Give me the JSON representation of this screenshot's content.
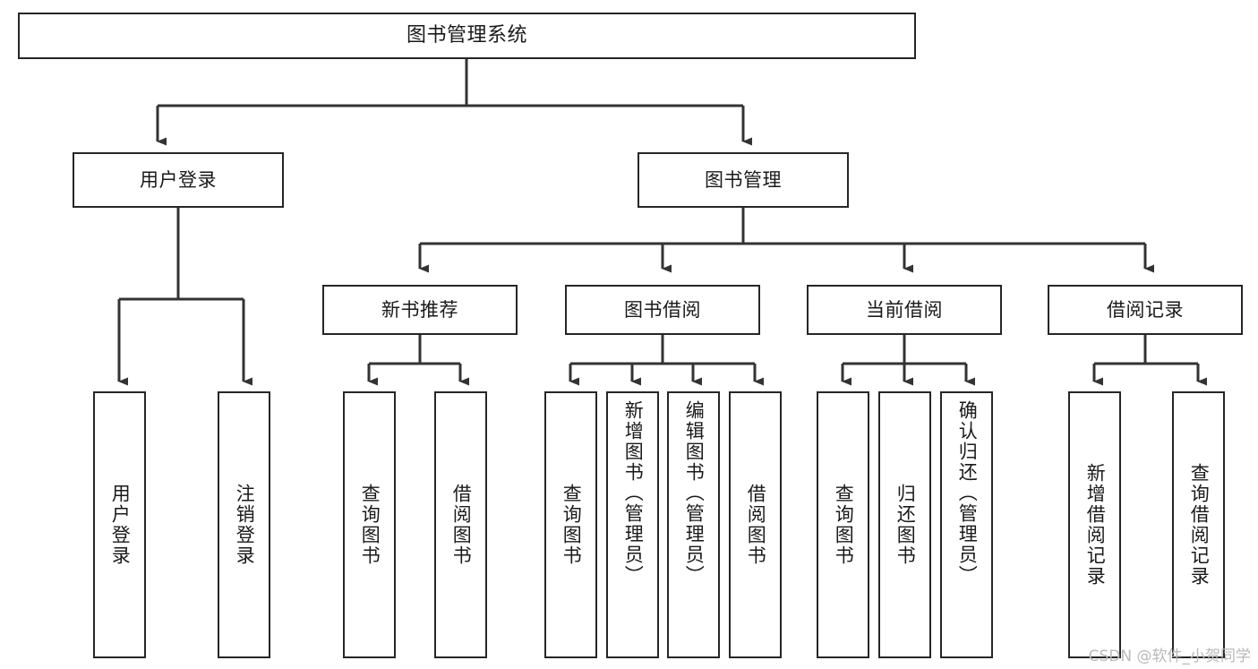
{
  "diagram": {
    "title": "图书管理系统",
    "type": "tree",
    "orientation": "top-down",
    "colors": {
      "box_border": "#262626",
      "box_fill": "#ffffff",
      "connector": "#333333",
      "text": "#1a1a1a",
      "watermark": "#b9b9b9",
      "background": "#ffffff"
    }
  },
  "nodes": {
    "root": {
      "label": "图书管理系统"
    },
    "level2": [
      {
        "label": "用户登录"
      },
      {
        "label": "图书管理"
      }
    ],
    "level3": [
      {
        "label": "新书推荐"
      },
      {
        "label": "图书借阅"
      },
      {
        "label": "当前借阅"
      },
      {
        "label": "借阅记录"
      }
    ],
    "leaves": {
      "user_login": [
        {
          "label": "用户登录"
        },
        {
          "label": "注销登录"
        }
      ],
      "new_book_recommend": [
        {
          "label": "查询图书"
        },
        {
          "label": "借阅图书"
        }
      ],
      "book_borrow": [
        {
          "label": "查询图书"
        },
        {
          "label": "新增图书（管理员）"
        },
        {
          "label": "编辑图书（管理员）"
        },
        {
          "label": "借阅图书"
        }
      ],
      "current_borrow": [
        {
          "label": "查询图书"
        },
        {
          "label": "归还图书"
        },
        {
          "label": "确认归还（管理员）"
        }
      ],
      "borrow_record": [
        {
          "label": "新增借阅记录"
        },
        {
          "label": "查询借阅记录"
        }
      ]
    }
  },
  "watermark": {
    "text": "CSDN @软件_小贺同学"
  }
}
